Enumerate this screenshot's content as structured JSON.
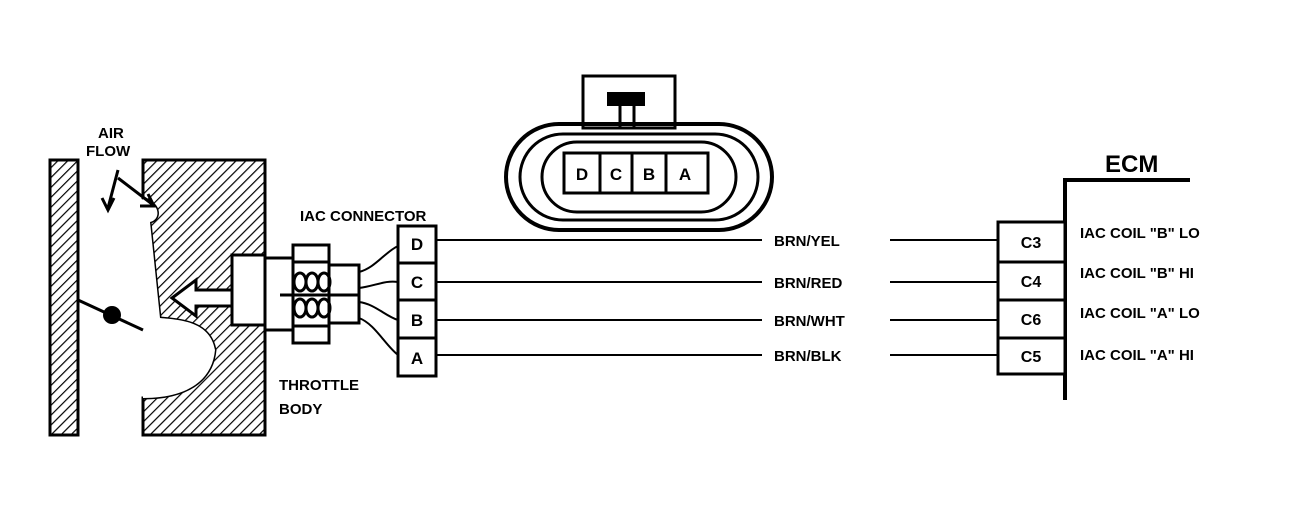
{
  "labels": {
    "air_flow_line1": "AIR",
    "air_flow_line2": "FLOW",
    "throttle_body_line1": "THROTTLE",
    "throttle_body_line2": "BODY",
    "iac_connector": "IAC CONNECTOR",
    "ecm": "ECM"
  },
  "connector_face_pins": [
    "D",
    "C",
    "B",
    "A"
  ],
  "circuits": [
    {
      "pin": "D",
      "wire_color": "BRN/YEL",
      "ecm_pin": "C3",
      "function": "IAC COIL \"B\" LO"
    },
    {
      "pin": "C",
      "wire_color": "BRN/RED",
      "ecm_pin": "C4",
      "function": "IAC COIL \"B\" HI"
    },
    {
      "pin": "B",
      "wire_color": "BRN/WHT",
      "ecm_pin": "C6",
      "function": "IAC COIL \"A\" LO"
    },
    {
      "pin": "A",
      "wire_color": "BRN/BLK",
      "ecm_pin": "C5",
      "function": "IAC COIL \"A\" HI"
    }
  ]
}
